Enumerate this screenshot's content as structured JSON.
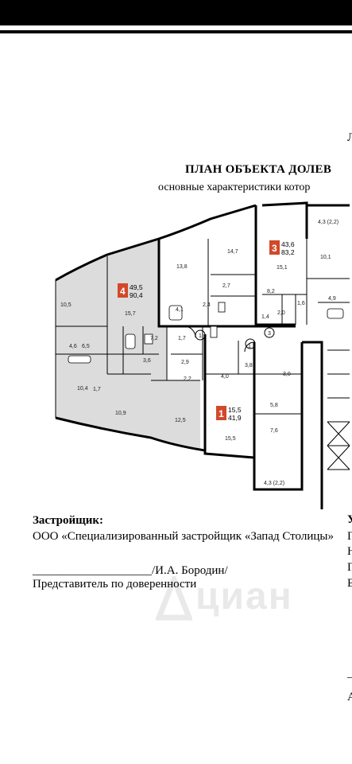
{
  "document": {
    "title": "ПЛАН ОБЪЕКТА ДОЛЕВ",
    "subtitle": "основные характеристики котор",
    "edge_letter": "Л"
  },
  "plan": {
    "room_areas": [
      "10,5",
      "15,7",
      "4,6",
      "6,5",
      "10,4",
      "1,7",
      "10,9",
      "12,5",
      "7,2",
      "1,7",
      "3,6",
      "2,9",
      "2,2",
      "13,8",
      "14,7",
      "2,7",
      "4,1",
      "2,4",
      "8,2",
      "1,4",
      "2,0",
      "1,6",
      "4,9",
      "10,1",
      "15,1",
      "4,3 (2,2)",
      "4,0",
      "3,8",
      "3,0",
      "5,8",
      "7,6",
      "15,5",
      "4,3 (2,2)",
      "1",
      "1",
      "2",
      "3"
    ],
    "apartments": [
      {
        "number": "4",
        "living": "49,5",
        "total": "90,4"
      },
      {
        "number": "3",
        "living": "43,6",
        "total": "83,2"
      },
      {
        "number": "1",
        "living": "15,5",
        "total": "41,9"
      }
    ],
    "badge_color": "#d2482a",
    "shade_color": "#d9d9d9"
  },
  "developer": {
    "heading": "Застройщик:",
    "company": "ООО «Специализированный застройщик «Запад Столицы»",
    "representative": "Представитель по доверенности",
    "signature": "____________________/И.А. Бородин/"
  },
  "right_column": [
    "У",
    "Г",
    "Н",
    "Г",
    "Е",
    "–",
    "А"
  ],
  "watermark": {
    "text": "циан"
  }
}
